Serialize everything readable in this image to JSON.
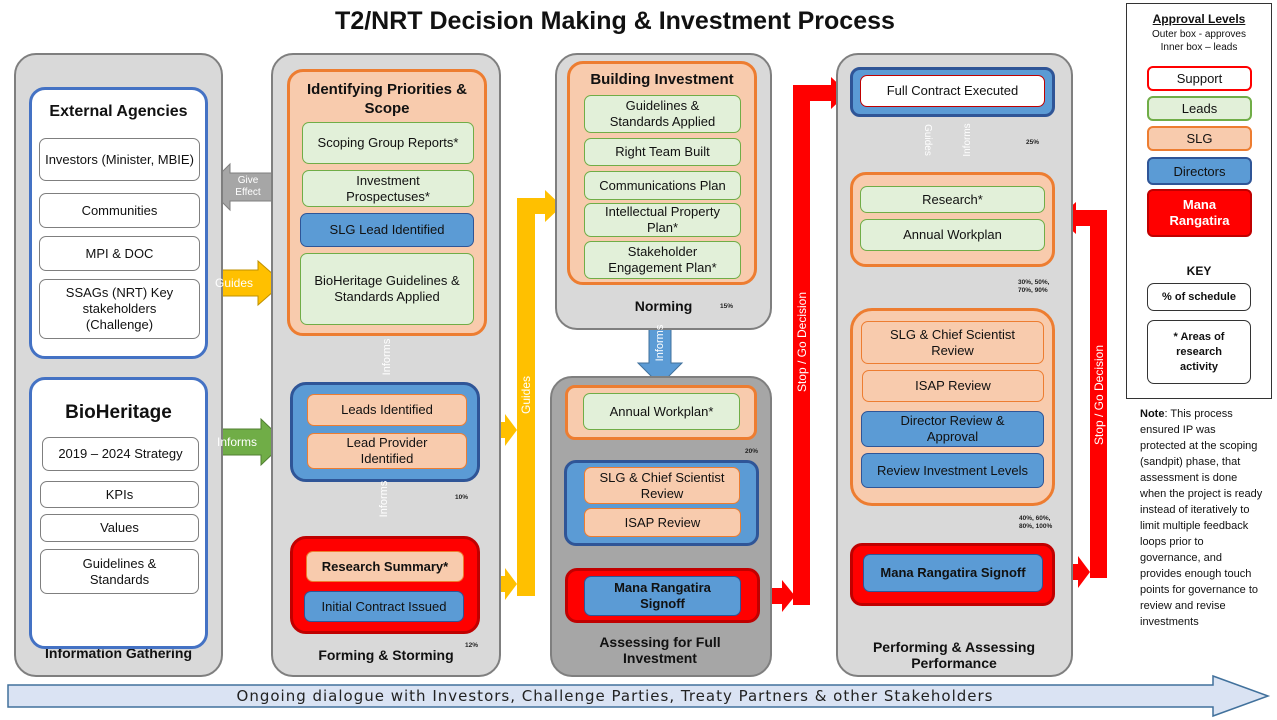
{
  "title": "T2/NRT Decision Making & Investment Process",
  "columns": {
    "information_gathering": {
      "label": "Information Gathering",
      "external_agencies": {
        "title": "External Agencies",
        "items": [
          "Investors (Minister, MBIE)",
          "Communities",
          "MPI & DOC",
          "SSAGs (NRT) Key stakeholders (Challenge)"
        ]
      },
      "bioheritage": {
        "title": "BioHeritage",
        "items": [
          "2019 – 2024 Strategy",
          "KPIs",
          "Values",
          "Guidelines & Standards"
        ]
      }
    },
    "forming_storming": {
      "label": "Forming & Storming",
      "identifying": {
        "title": "Identifying Priorities & Scope",
        "items": [
          "Scoping Group Reports*",
          "Investment Prospectuses*",
          "SLG Lead Identified",
          "BioHeritage Guidelines & Standards Applied"
        ]
      },
      "leads": {
        "items": [
          "Leads Identified",
          "Lead Provider Identified"
        ],
        "pct": "10%"
      },
      "research": {
        "items": [
          "Research Summary*",
          "Initial Contract Issued"
        ],
        "pct": "12%"
      }
    },
    "norming": {
      "label": "Norming",
      "title": "Building Investment",
      "items": [
        "Guidelines & Standards Applied",
        "Right Team Built",
        "Communications Plan",
        "Intellectual Property Plan*",
        "Stakeholder Engagement Plan*"
      ],
      "pct": "15%"
    },
    "assessing": {
      "label": "Assessing for Full Investment",
      "workplan": "Annual Workplan*",
      "pct": "20%",
      "review_items": [
        "SLG & Chief Scientist Review",
        "ISAP Review"
      ],
      "signoff": "Mana Rangatira Signoff"
    },
    "performing": {
      "label": "Performing & Assessing Performance",
      "contract": "Full Contract Executed",
      "pct_contract": "25%",
      "research_items": [
        "Research*",
        "Annual Workplan"
      ],
      "pct_research": "30%, 50%, 70%, 90%",
      "review_items": [
        "SLG & Chief Scientist Review",
        "ISAP Review",
        "Director Review & Approval",
        "Review Investment Levels"
      ],
      "pct_review": "40%, 60%, 80%, 100%",
      "signoff": "Mana Rangatira Signoff"
    }
  },
  "arrows": {
    "give_effect": "Give Effect",
    "guides": "Guides",
    "informs": "Informs",
    "stop_go": "Stop / Go Decision"
  },
  "legend": {
    "title": "Approval Levels",
    "subtitle_1": "Outer box - approves",
    "subtitle_2": "Inner box – leads",
    "items": [
      "Support",
      "Leads",
      "SLG",
      "Directors",
      "Mana Rangatira"
    ],
    "key_title": "KEY",
    "key_items": [
      "% of schedule",
      "* Areas of research activity"
    ]
  },
  "note": {
    "label": "Note",
    "text": ": This process ensured IP was protected at the scoping (sandpit) phase, that assessment is done when the project is ready instead of iteratively to limit multiple feedback loops prior to governance, and provides enough touch points for governance to review and revise investments"
  },
  "footer": "Ongoing dialogue with Investors, Challenge Parties, Treaty Partners & other Stakeholders",
  "colors": {
    "green": "#70ad47",
    "yellow": "#ffc000",
    "blue": "#5b9bd5",
    "red": "#ff0000",
    "grey": "#a6a6a6",
    "orange": "#ed7d31"
  }
}
